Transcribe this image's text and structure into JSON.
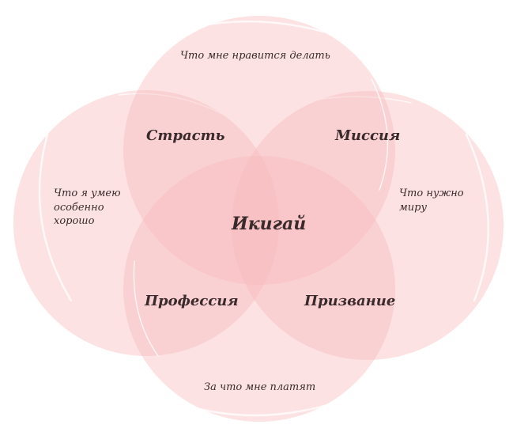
{
  "diagram": {
    "type": "venn-4",
    "fill_color": "#f7b9bc",
    "text_color": "#3a2a2c",
    "circles": {
      "top": "Что мне нравится делать",
      "left": "Что я умею особенно хорошо",
      "right": "Что нужно миру",
      "bottom": "За что мне платят"
    },
    "overlaps": {
      "top_left": "Страсть",
      "top_right": "Миссия",
      "bottom_left": "Профессия",
      "bottom_right": "Призвание"
    },
    "center": "Икигай"
  }
}
